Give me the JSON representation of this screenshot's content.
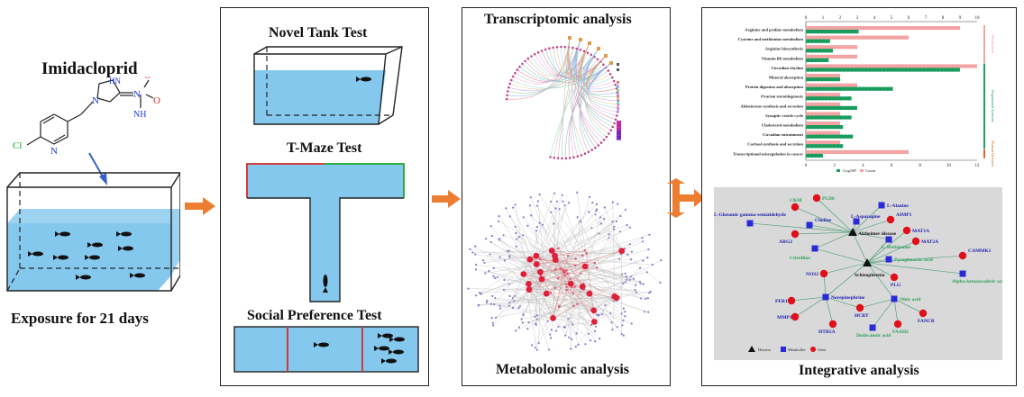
{
  "left": {
    "compound_name": "Imidacloprid",
    "exposure_label": "Exposure for 21 days",
    "atoms": {
      "cl": "Cl",
      "n": "N",
      "nh": "NH",
      "hn": "HN",
      "o": "O",
      "o_minus": "O-",
      "plus": "+"
    }
  },
  "behavior": {
    "novel_tank_title": "Novel Tank Test",
    "tmaze_title": "T-Maze Test",
    "social_title": "Social Preference Test"
  },
  "omics": {
    "transcriptomic_title": "Transcriptomic analysis",
    "metabolomic_title": "Metabolomic analysis"
  },
  "integrative": {
    "title": "Integrative analysis",
    "bar_chart": {
      "categories": [
        "Arginine and proline metabolism",
        "Cysteine and methionine metabolism",
        "Arginine biosynthesis",
        "Vitamin B6 metabolism",
        "Circadian rhythm",
        "Mineral absorption",
        "Protein digestion and absorption",
        "Ovarian steroidogenesis",
        "Aldosterone synthesis and secretion",
        "Synaptic vesicle cycle",
        "Cholesterol metabolism",
        "Circadian entrainment",
        "Cortisol synthesis and secretion",
        "Transcriptional misregulation in cancer"
      ],
      "neg_log_p": [
        3.7,
        1.7,
        1.9,
        1.6,
        10.8,
        2.4,
        6.1,
        3.2,
        3.6,
        3.2,
        2.6,
        3.3,
        2.6,
        1.2
      ],
      "count": [
        9,
        6,
        3,
        3,
        10,
        2,
        3,
        2,
        2,
        2,
        2,
        2,
        2,
        6
      ],
      "top_ticks": [
        "0",
        "1",
        "2",
        "3",
        "4",
        "5",
        "6",
        "7",
        "8",
        "9",
        "10"
      ],
      "bottom_ticks": [
        "0",
        "2",
        "4",
        "6",
        "8",
        "10",
        "12"
      ],
      "legend_neglogp": "-Log10P",
      "legend_count": "Count",
      "group_labels": [
        "Metabolism",
        "Organismal Systems",
        "Human Diseases"
      ],
      "colors": {
        "neglogp": "#1aa260",
        "count": "#f2a3a3",
        "metabolism": "#f2a3a3",
        "organismal": "#1aa260",
        "disease": "#d2691e"
      }
    },
    "network": {
      "disease_labels": [
        "Alzheimer disease",
        "Schizophrenia"
      ],
      "metabolite_labels": [
        "L-Alanine",
        "L-Asparagine",
        "Choline",
        "L-Glutamic gamma-semialdehyde",
        "L-Methionine",
        "Pyroglutamic acid",
        "Alpha-ketoisovaleric acid",
        "Citrulline",
        "Norepinephrine",
        "Oleic acid",
        "Dodecanoic acid"
      ],
      "gene_labels": [
        "CKM",
        "PLD6",
        "AIMP1",
        "MAT1A",
        "MAT2A",
        "CAMMK1",
        "ARG2",
        "NOS2",
        "PLG",
        "PER1",
        "MMP1",
        "HTR5A",
        "HCRT",
        "FANCB",
        "FAAH2"
      ],
      "legend_disease": "Disease",
      "legend_metabolite": "Metabolite",
      "legend_gene": "Gene"
    }
  }
}
